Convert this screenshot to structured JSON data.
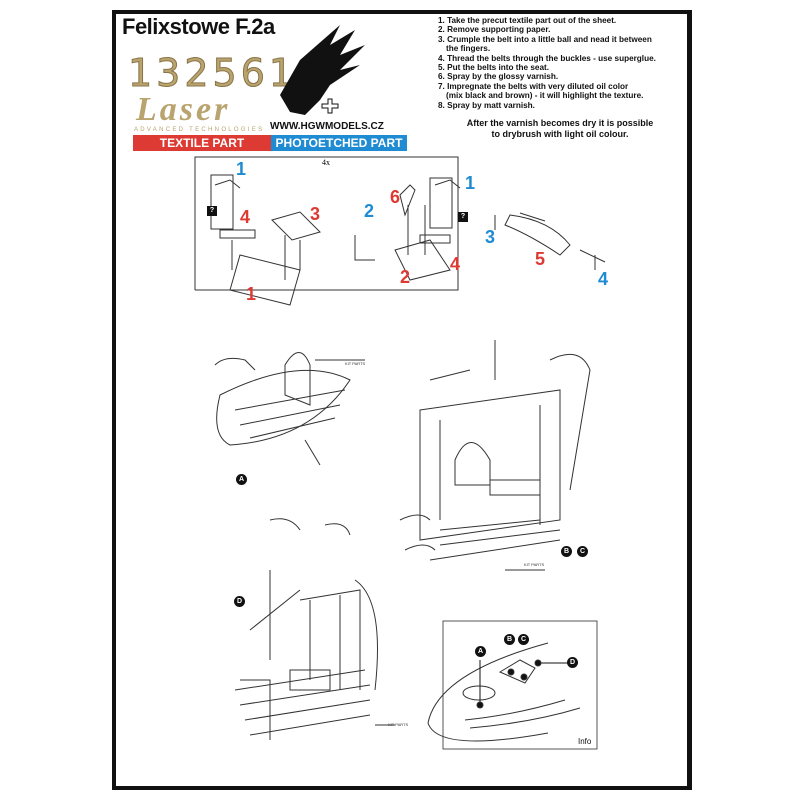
{
  "header": {
    "title": "Felixstowe F.2a",
    "product_number": "132561",
    "brand": "Laser",
    "brand_sub": "ADVANCED TECHNOLOGIES",
    "website": "WWW.HGWMODELS.CZ",
    "legend_textile": "TEXTILE PART",
    "legend_photoetched": "PHOTOETCHED PART"
  },
  "instructions": [
    "1. Take the precut textile part out of the sheet.",
    "2. Remove supporting paper.",
    "3. Crumple the belt into a little ball and nead it between",
    "the fingers.",
    "4. Thread the belts through the buckles - use superglue.",
    "5. Put the belts into the seat.",
    "6. Spray by the glossy varnish.",
    "7. Impregnate the belts with very diluted oil color",
    "(mix black and brown) - it will highlight the texture.",
    "8. Spray by matt varnish."
  ],
  "note": [
    "After the varnish becomes dry it is possible",
    "to drybrush with light oil colour."
  ],
  "diagram": {
    "multiplier": "4x",
    "question_mark": "?",
    "kit_parts": "KIT PARTS",
    "info": "Info",
    "labels": {
      "a": "A",
      "b": "B",
      "c": "C",
      "d": "D",
      "bc_b": "B",
      "bc_c": "C",
      "n1": "1",
      "n2": "2",
      "n3": "3",
      "n4": "4",
      "n5": "5",
      "n6": "6"
    }
  },
  "colors": {
    "textile": "#dc3a33",
    "photoetched": "#1e8bd2",
    "gold": "#b9a36e"
  }
}
